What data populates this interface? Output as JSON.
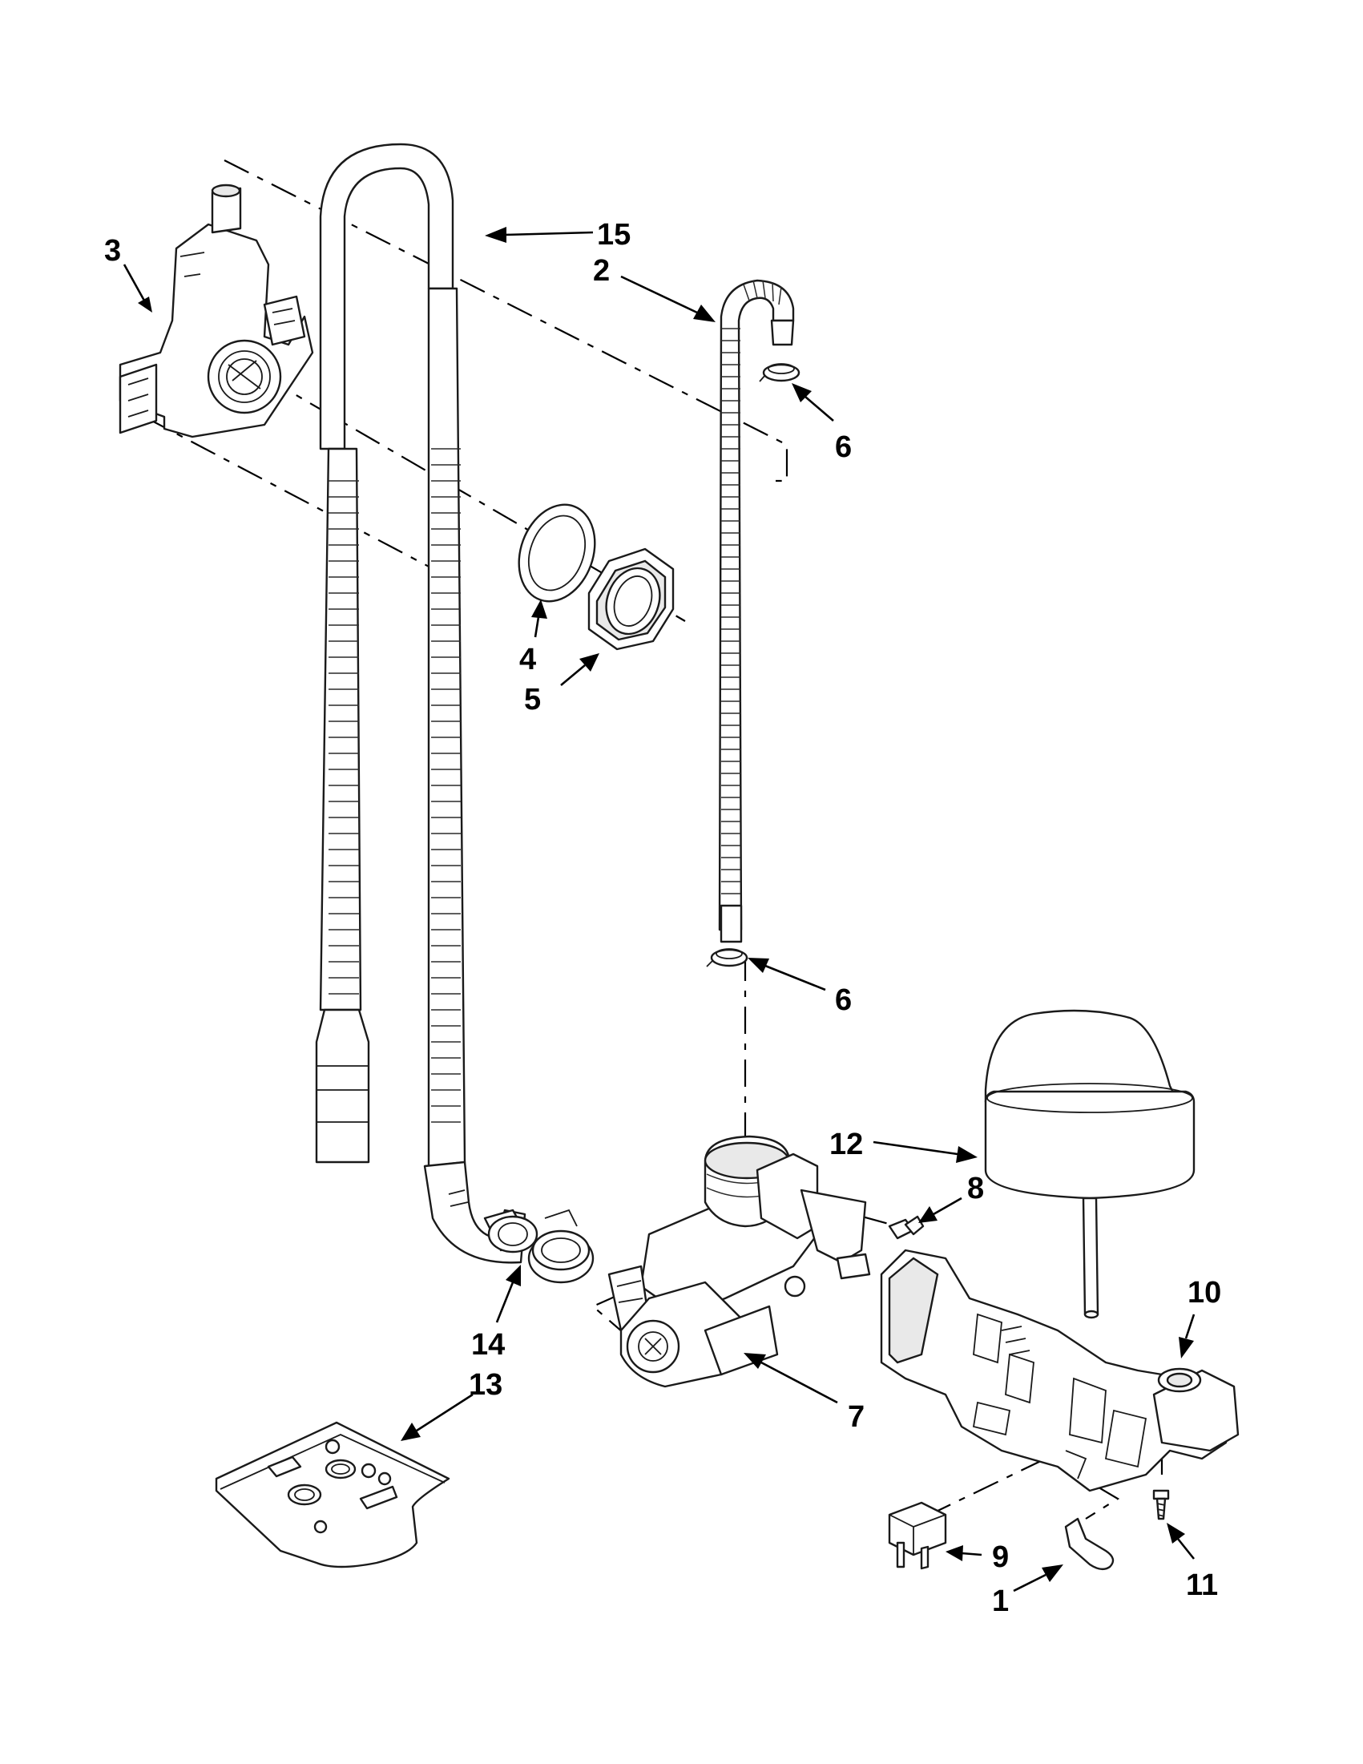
{
  "diagram": {
    "callouts": [
      {
        "id": "c1",
        "label": "1"
      },
      {
        "id": "c2",
        "label": "2"
      },
      {
        "id": "c3",
        "label": "3"
      },
      {
        "id": "c4",
        "label": "4"
      },
      {
        "id": "c5",
        "label": "5"
      },
      {
        "id": "c6a",
        "label": "6"
      },
      {
        "id": "c6b",
        "label": "6"
      },
      {
        "id": "c7",
        "label": "7"
      },
      {
        "id": "c8",
        "label": "8"
      },
      {
        "id": "c9",
        "label": "9"
      },
      {
        "id": "c10",
        "label": "10"
      },
      {
        "id": "c11",
        "label": "11"
      },
      {
        "id": "c12",
        "label": "12"
      },
      {
        "id": "c13",
        "label": "13"
      },
      {
        "id": "c14",
        "label": "14"
      },
      {
        "id": "c15",
        "label": "15"
      }
    ]
  }
}
